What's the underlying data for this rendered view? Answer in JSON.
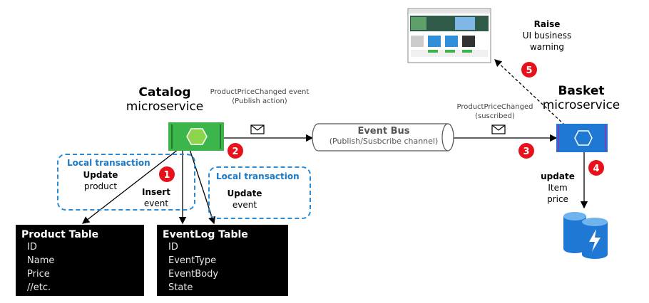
{
  "catalog": {
    "title": "Catalog",
    "subtitle": "microservice"
  },
  "basket": {
    "title": "Basket",
    "subtitle": "microservice"
  },
  "publish_label": {
    "line1": "ProductPriceChanged event",
    "line2": "(Publish action)"
  },
  "subscribe_label": {
    "line1": "ProductPriceChanged",
    "line2": "(suscribed)"
  },
  "event_bus": {
    "title": "Event Bus",
    "subtitle": "(Publish/Susbcribe channel)"
  },
  "raise": {
    "line1": "Raise",
    "line2": "UI business",
    "line3": "warning"
  },
  "local_tx_1": {
    "heading": "Local transaction",
    "action": "Update",
    "object": "product"
  },
  "insert": {
    "action": "Insert",
    "object": "event"
  },
  "local_tx_2": {
    "heading": "Local transaction",
    "action": "Update",
    "object": "event"
  },
  "basket_update": {
    "action": "update",
    "line2": "Item",
    "line3": "price"
  },
  "steps": [
    "1",
    "2",
    "3",
    "4",
    "5"
  ],
  "product_table": {
    "title": "Product Table",
    "rows": [
      "ID",
      "Name",
      "Price",
      "//etc."
    ]
  },
  "eventlog_table": {
    "title": "EventLog Table",
    "rows": [
      "ID",
      "EventType",
      "EventBody",
      "State"
    ]
  },
  "colors": {
    "catalog_green": "#3cb54a",
    "basket_blue": "#1e78d4",
    "step_red": "#e8101a",
    "dash_blue": "#2a8ad4"
  }
}
